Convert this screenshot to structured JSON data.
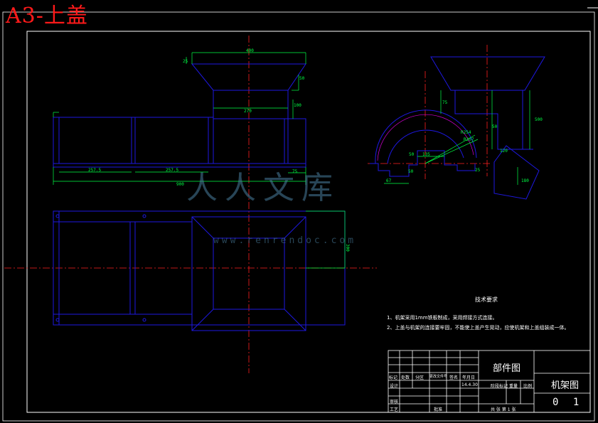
{
  "sheet": {
    "title": "A3-上盖"
  },
  "dimensions": {
    "top_width": "400",
    "top_left_small": "25",
    "right_short": "50",
    "inner_width": "270",
    "neck_height": "100",
    "len_left": "257.5",
    "len_mid": "257.5",
    "overall_len": "900",
    "small_right": "75",
    "plan_side": "300",
    "side_height_a": "75",
    "side_height_b": "500",
    "side_height_c": "50",
    "side_small": "120",
    "side_d": "180",
    "arc_r1": "R254",
    "arc_r2": "R207",
    "arc_w": "135",
    "arc_d1": "67",
    "arc_d2": "25",
    "arc_d3": "50",
    "arc_d4": "50"
  },
  "requirements": {
    "title": "技术要求",
    "line1": "1、机架采用1mm铁板制成，采用焊接方式连接。",
    "line2": "2、上盖与机架的连接要牢固，不能使上盖产生晃动，应使机架和上盖组装成一体。"
  },
  "watermark": {
    "text": "人人文库",
    "url": "www.renrendoc.com"
  },
  "title_block": {
    "part_label": "部件图",
    "name": "机架图",
    "number": "0 1",
    "date": "14.4.30",
    "row_labels": [
      "标记",
      "处数",
      "分区",
      "更改文件号",
      "签名",
      "年月日"
    ],
    "design_label": "设计",
    "check_label": "审核",
    "process_label": "工艺",
    "approve_label": "批准",
    "stage_labels": [
      "阶段标记",
      "重量",
      "比例"
    ],
    "sheet_info": "共 张 第 1 张"
  },
  "colors": {
    "background": "#000000",
    "outline": "#1e18e0",
    "dimension": "#00ff44",
    "centerline": "#ff2020",
    "frame": "#ffffff",
    "hatch": "#d000d0"
  }
}
